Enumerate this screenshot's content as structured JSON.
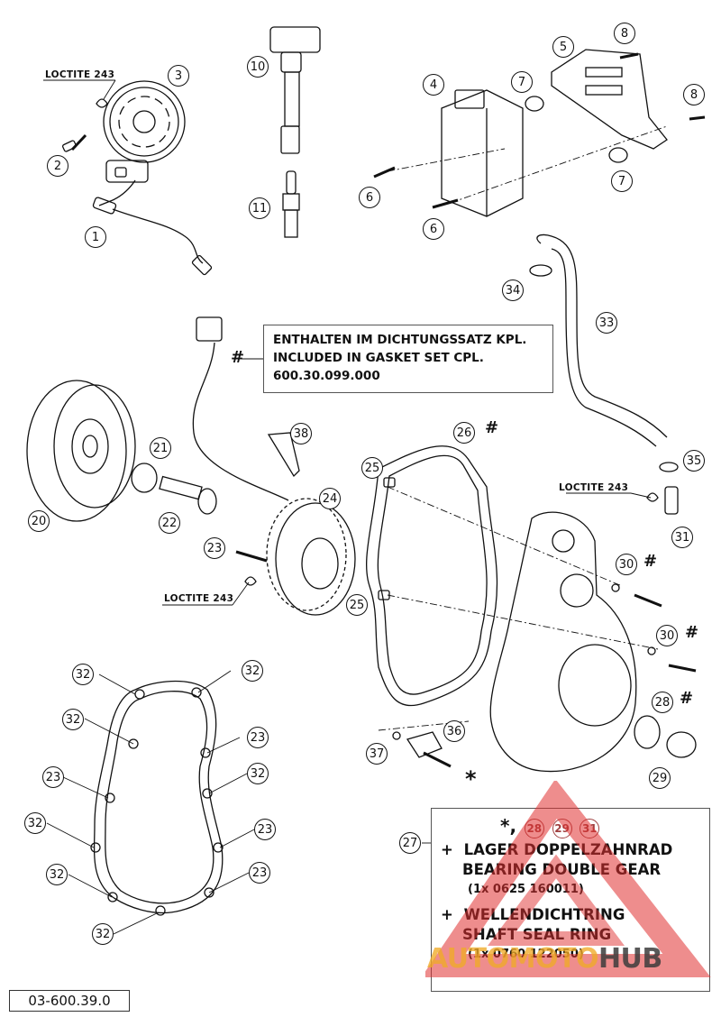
{
  "loctite_labels": [
    "LOCTITE 243",
    "LOCTITE 243",
    "LOCTITE 243"
  ],
  "callouts": [
    "1",
    "2",
    "3",
    "4",
    "5",
    "6",
    "6",
    "7",
    "7",
    "8",
    "8",
    "10",
    "11",
    "20",
    "21",
    "22",
    "23",
    "24",
    "25",
    "25",
    "26",
    "27",
    "28",
    "29",
    "30",
    "30",
    "31",
    "32",
    "32",
    "32",
    "32",
    "32",
    "32",
    "32",
    "33",
    "34",
    "35",
    "36",
    "37",
    "38",
    "23",
    "23",
    "23",
    "23"
  ],
  "marks": {
    "hash": "#",
    "star": "*"
  },
  "gasket_note": {
    "line1": "ENTHALTEN IM DICHTUNGSSATZ KPL.",
    "line2": "INCLUDED IN GASKET SET CPL.",
    "line3": "600.30.099.000"
  },
  "notes": {
    "star_label": "*,",
    "refs": [
      "28",
      "29",
      "31"
    ],
    "item1_de": "LAGER DOPPELZAHNRAD",
    "item1_en": "BEARING  DOUBLE GEAR",
    "item1_part": "(1x  0625 160011)",
    "item2_de": "WELLENDICHTRING",
    "item2_en": "SHAFT SEAL RING",
    "item2_part": "(1x  0760 122050)",
    "plus": "+"
  },
  "document_id": "03-600.39.0",
  "watermark": {
    "part1": "AUTOMOTO",
    "part2": "HUB",
    "accent_color": "#e03030",
    "orange_color": "#f0aa28"
  }
}
